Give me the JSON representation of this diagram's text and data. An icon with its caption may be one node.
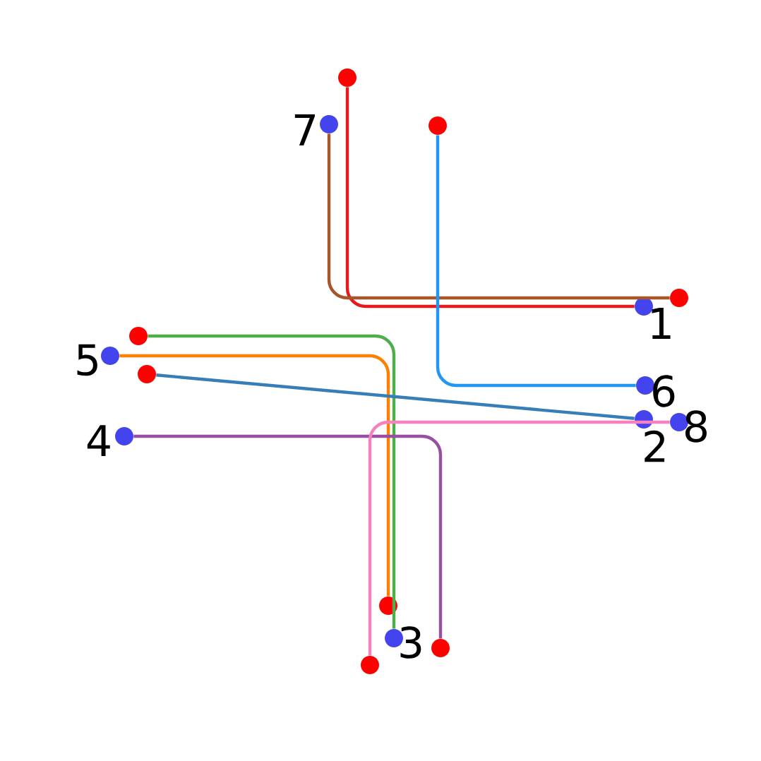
{
  "diagram": {
    "nodes": [
      {
        "text": [],
        "shape": "circle"
      },
      {
        "text": [],
        "shape": "circle",
        "beside": [
          "7"
        ]
      },
      {
        "text": [],
        "shape": "circle"
      },
      {
        "text": [],
        "shape": "circle"
      },
      {
        "text": [],
        "shape": "circle",
        "beside": [
          "1"
        ]
      },
      {
        "text": [],
        "shape": "circle"
      },
      {
        "text": [],
        "shape": "circle",
        "beside": [
          "5"
        ]
      },
      {
        "text": [],
        "shape": "circle"
      },
      {
        "text": [],
        "shape": "circle",
        "beside": [
          "6"
        ]
      },
      {
        "text": [],
        "shape": "circle",
        "beside": [
          "2"
        ]
      },
      {
        "text": [],
        "shape": "circle",
        "beside": [
          "8"
        ]
      },
      {
        "text": [],
        "shape": "circle",
        "beside": [
          "4"
        ]
      },
      {
        "text": [],
        "shape": "circle"
      },
      {
        "text": [],
        "shape": "circle",
        "beside": [
          "3"
        ]
      },
      {
        "text": [],
        "shape": "circle"
      },
      {
        "text": [],
        "shape": "circle"
      }
    ],
    "edges": [
      {
        "from": 0,
        "to": 4,
        "arrow": "none",
        "color": "#e41a1c"
      },
      {
        "from": 1,
        "to": 3,
        "arrow": "none",
        "color": "#a65628"
      },
      {
        "from": 2,
        "to": 8,
        "arrow": "none",
        "color": "#2196f3"
      },
      {
        "from": 5,
        "to": 13,
        "arrow": "none",
        "color": "#4daf4a"
      },
      {
        "from": 6,
        "to": 12,
        "arrow": "none",
        "color": "#ff7f00"
      },
      {
        "from": 7,
        "to": 9,
        "arrow": "none",
        "color": "#377eb8"
      },
      {
        "from": 11,
        "to": 14,
        "arrow": "none",
        "color": "#984ea3"
      },
      {
        "from": 15,
        "to": 10,
        "arrow": "none",
        "color": "#f781bf"
      }
    ]
  }
}
